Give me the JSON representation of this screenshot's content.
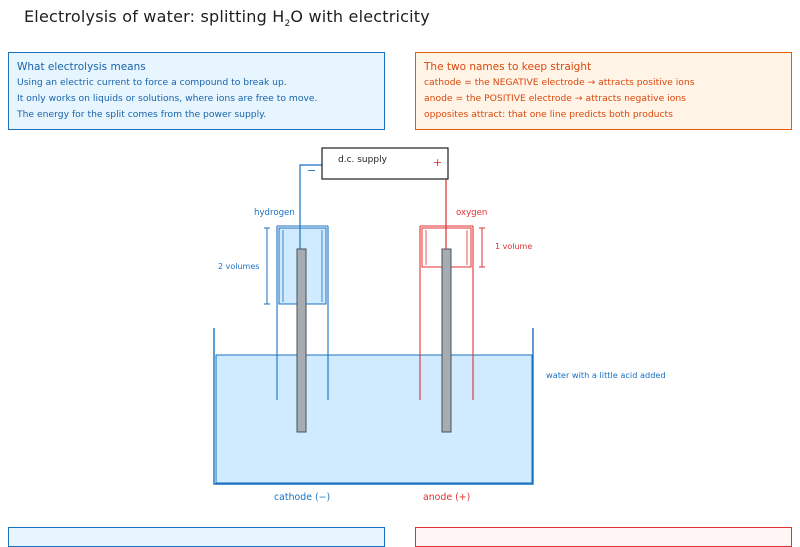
{
  "title": {
    "prefix": "Electrolysis of water: splitting H",
    "subscript": "2",
    "suffix": "O with electricity"
  },
  "info_boxes": {
    "what": {
      "heading": "What electrolysis means",
      "lines": [
        "Using an electric current to force a compound to break up.",
        "It only works on liquids or solutions, where ions are free to move.",
        "The energy for the split comes from the power supply."
      ]
    },
    "names": {
      "heading": "The two names to keep straight",
      "lines": [
        "cathode = the NEGATIVE electrode → attracts positive ions",
        "anode = the POSITIVE electrode → attracts negative ions",
        "opposites attract: that one line predicts both products"
      ]
    }
  },
  "diagram": {
    "supply_label": "d.c. supply",
    "negative_sign": "−",
    "positive_sign": "+",
    "hydrogen_label": "hydrogen",
    "oxygen_label": "oxygen",
    "hydrogen_volume": "2 volumes",
    "oxygen_volume": "1 volume",
    "water_label": "water with a little acid added",
    "cathode_label": "cathode (−)",
    "anode_label": "anode (+)",
    "colors": {
      "blue": "#1971c2",
      "red": "#e03131",
      "orange": "#e8590c",
      "water": "#d0ebff",
      "electrode": "#a7acb3"
    }
  }
}
